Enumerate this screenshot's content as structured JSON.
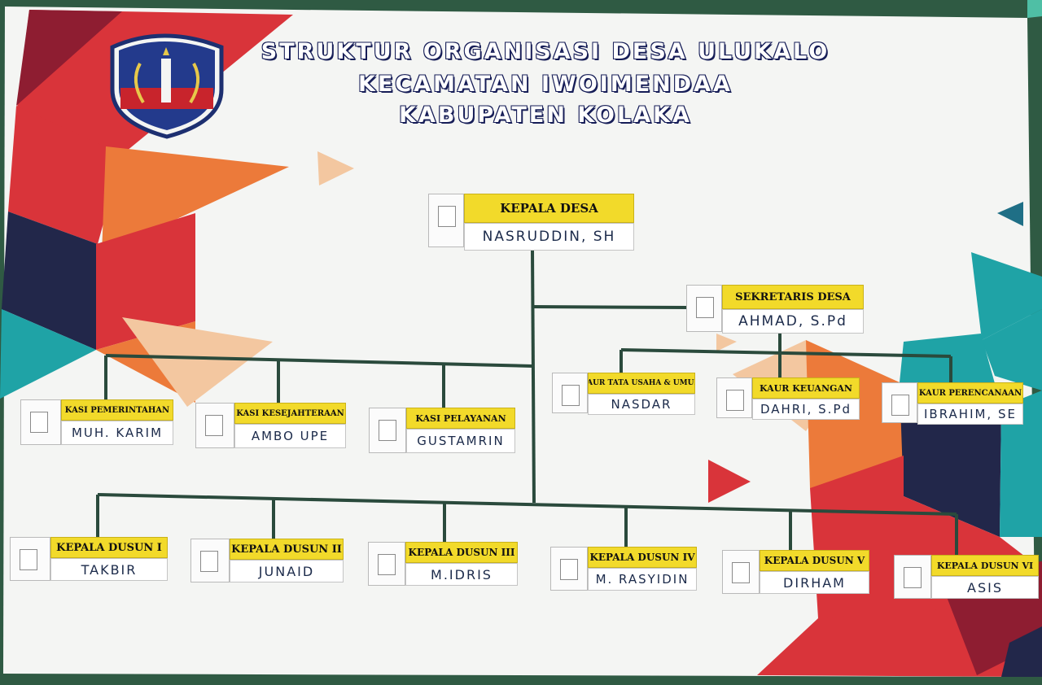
{
  "title": {
    "line1": "STRUKTUR ORGANISASI DESA ULUKALO",
    "line2": "KECAMATAN IWOIMENDAA",
    "line3": "KABUPATEN KOLAKA"
  },
  "emblem_icon": "kolaka-regency-coat-of-arms",
  "colors": {
    "board": "#f4f5f3",
    "frame": "#2f5a43",
    "label_yellow": "#f2da2a",
    "connector": "#2a4a3c",
    "title_outline": "#161d57",
    "red": "#d9343a",
    "orange": "#ec7a3a",
    "navy": "#22274a",
    "teal": "#1fa3a6",
    "maroon": "#8e1d31"
  },
  "org": {
    "kepala_desa": {
      "title": "KEPALA DESA",
      "name": "NASRUDDIN, SH"
    },
    "sekretaris": {
      "title": "SEKRETARIS DESA",
      "name": "AHMAD, S.Pd"
    },
    "kaur": [
      {
        "title": "KAUR TATA USAHA & UMUM",
        "name": "NASDAR"
      },
      {
        "title": "KAUR KEUANGAN",
        "name": "DAHRI, S.Pd"
      },
      {
        "title": "KAUR PERENCANAAN",
        "name": "IBRAHIM, SE"
      }
    ],
    "kasi": [
      {
        "title": "KASI PEMERINTAHAN",
        "name": "MUH. KARIM"
      },
      {
        "title": "KASI KESEJAHTERAAN",
        "name": "AMBO UPE"
      },
      {
        "title": "KASI PELAYANAN",
        "name": "GUSTAMRIN"
      }
    ],
    "dusun": [
      {
        "title": "KEPALA DUSUN I",
        "name": "TAKBIR"
      },
      {
        "title": "KEPALA DUSUN II",
        "name": "JUNAID"
      },
      {
        "title": "KEPALA DUSUN III",
        "name": "M.IDRIS"
      },
      {
        "title": "KEPALA DUSUN IV",
        "name": "M. RASYIDIN"
      },
      {
        "title": "KEPALA DUSUN V",
        "name": "DIRHAM"
      },
      {
        "title": "KEPALA DUSUN VI",
        "name": "ASIS"
      }
    ]
  }
}
